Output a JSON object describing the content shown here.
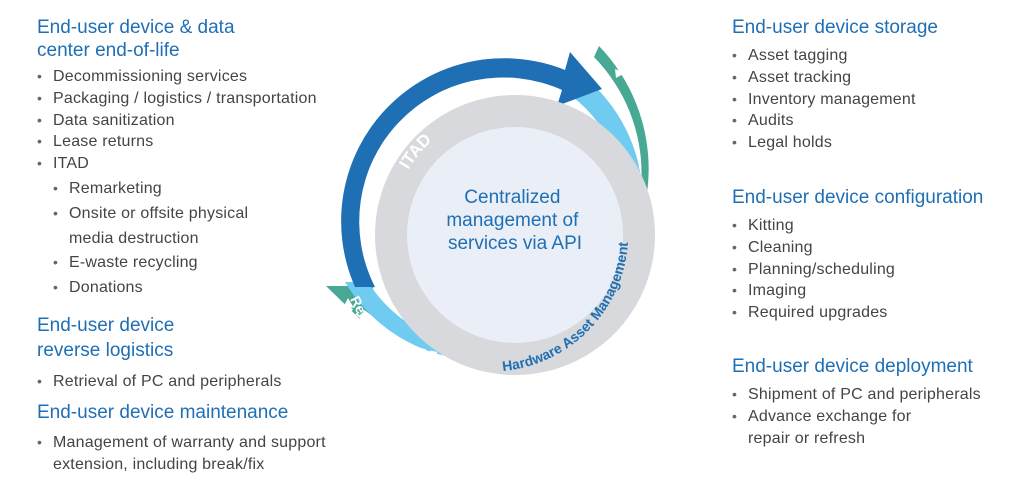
{
  "diagram": {
    "center_text": [
      "Centralized",
      "management of",
      "services via API"
    ],
    "arc_itad": "ITAD",
    "arc_ham": "Hardware Asset Management",
    "arc_redeploy": "Redeployment",
    "colors": {
      "itad": "#1f6fb5",
      "ham": "#6fcbef",
      "redeploy": "#47a893",
      "inner_ring": "#d7d9dc",
      "center": "#eaeef6",
      "heading": "#1f6fb5"
    }
  },
  "left": {
    "eol": {
      "title": [
        "End-user device & data",
        "center end-of-life"
      ],
      "items": [
        "Decommissioning services",
        "Packaging / logistics / transportation",
        "Data sanitization",
        "Lease returns",
        "ITAD"
      ],
      "subitems": [
        [
          "Remarketing"
        ],
        [
          "Onsite or offsite physical",
          "media destruction"
        ],
        [
          "E-waste recycling"
        ],
        [
          "Donations"
        ]
      ]
    },
    "reverse": {
      "title": [
        "End-user device",
        "reverse logistics"
      ],
      "items": [
        "Retrieval of PC and peripherals"
      ]
    },
    "maintenance": {
      "title": "End-user device maintenance",
      "items": [
        [
          "Management of warranty and support",
          "extension, including break/fix"
        ]
      ]
    }
  },
  "right": {
    "storage": {
      "title": "End-user device storage",
      "items": [
        "Asset tagging",
        "Asset tracking",
        "Inventory management",
        "Audits",
        "Legal holds"
      ]
    },
    "configuration": {
      "title": "End-user device configuration",
      "items": [
        "Kitting",
        "Cleaning",
        "Planning/scheduling",
        "Imaging",
        "Required upgrades"
      ]
    },
    "deployment": {
      "title": "End-user device deployment",
      "items": [
        [
          "Shipment of PC and peripherals"
        ],
        [
          "Advance exchange for",
          "repair or refresh"
        ]
      ]
    }
  }
}
